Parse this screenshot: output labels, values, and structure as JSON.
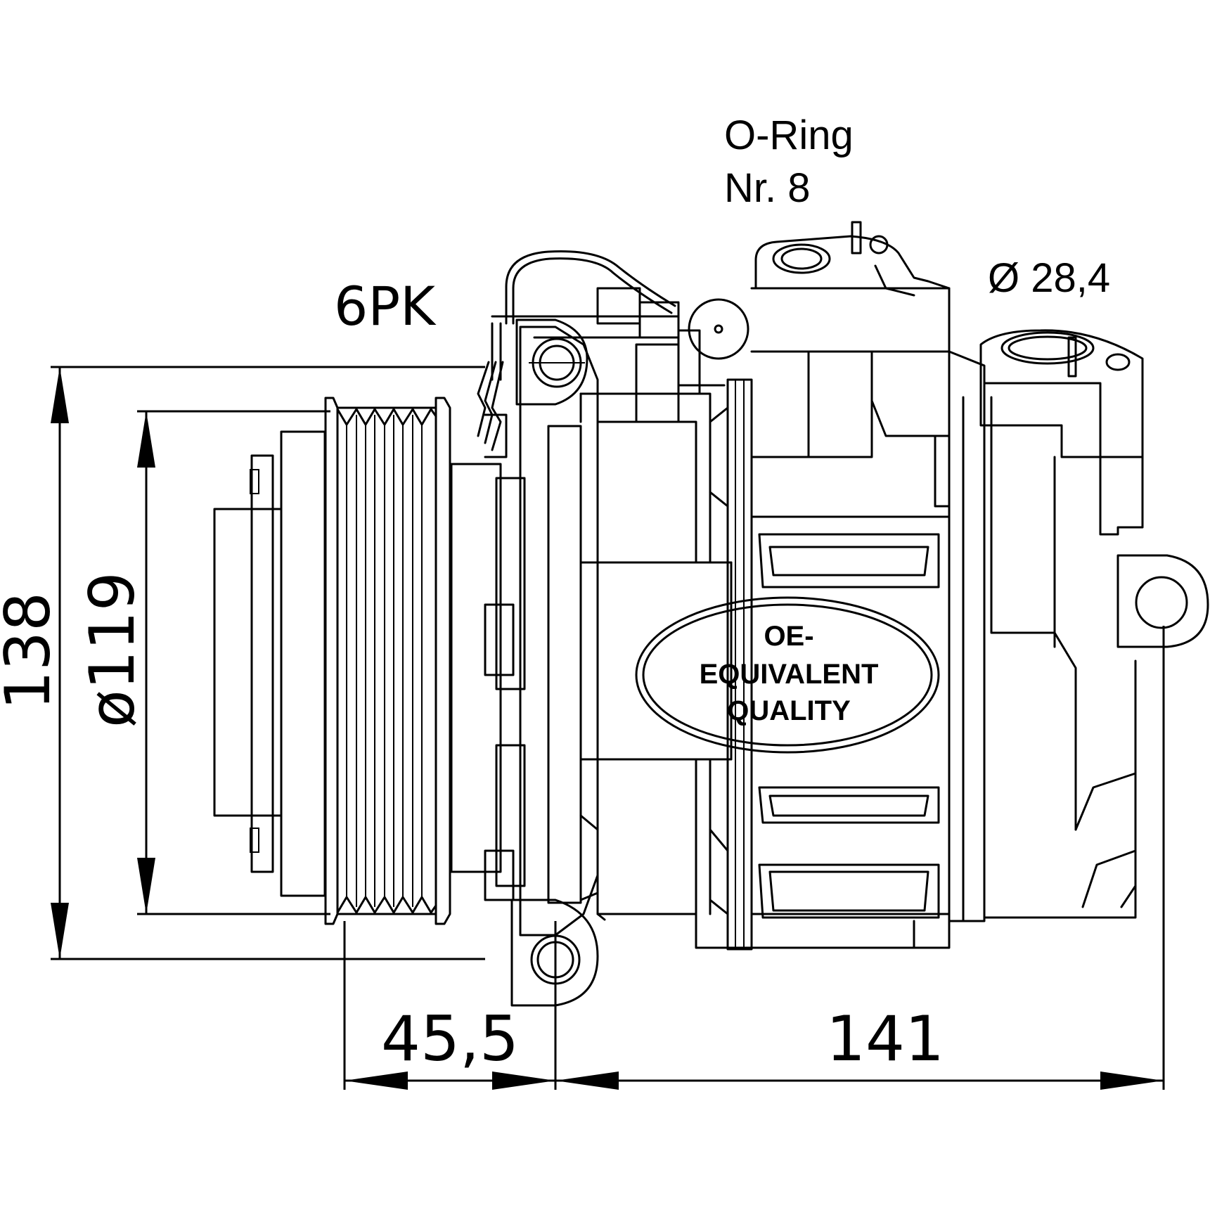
{
  "labels": {
    "oring_line1": "O-Ring",
    "oring_line2": "Nr. 8",
    "belt": "6PK",
    "port_diameter": "Ø 28,4"
  },
  "dimensions": {
    "height": "138",
    "pulley_diameter": "ø119",
    "pulley_offset": "45,5",
    "length": "141"
  },
  "badge": {
    "line1": "OE-",
    "line2": "EQUIVALENT",
    "line3": "QUALITY"
  }
}
